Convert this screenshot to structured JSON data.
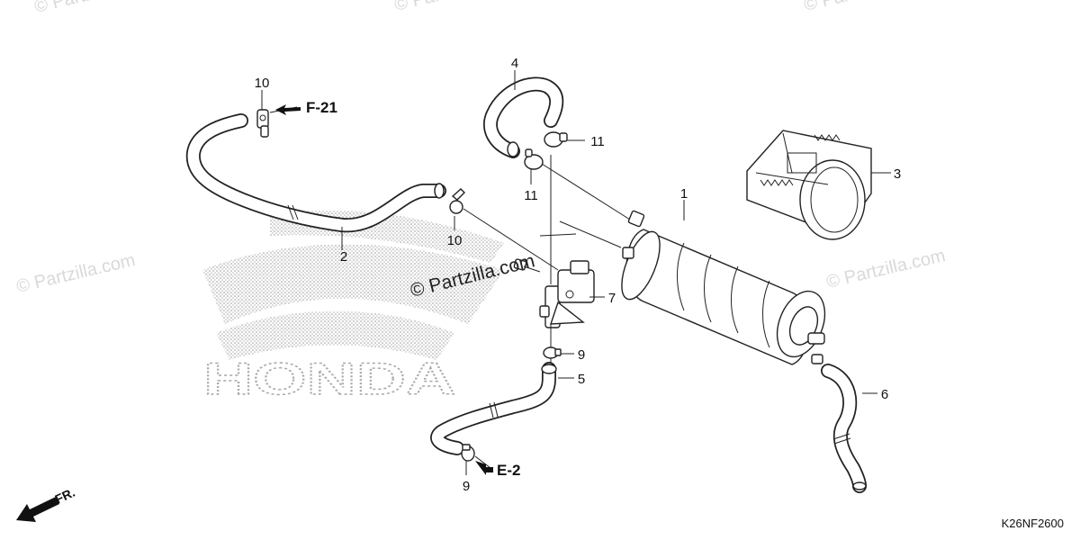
{
  "diagram": {
    "watermarks": [
      "© Partzilla.com",
      "© Partzilla.com",
      "© Partzilla.com",
      "© Partzilla.com",
      "© Partzilla.com"
    ],
    "center_watermark": "© Partzilla.com",
    "brand_logo": "HONDA",
    "diagram_code": "K26NF2600",
    "front_indicator": "FR.",
    "refs": {
      "f21": "F-21",
      "e2": "E-2"
    },
    "callouts": {
      "c1": "1",
      "c2": "2",
      "c3": "3",
      "c4": "4",
      "c5": "5",
      "c6": "6",
      "c7": "7",
      "c9a": "9",
      "c9b": "9",
      "c10a": "10",
      "c10b": "10",
      "c11a": "11",
      "c11b": "11"
    }
  }
}
